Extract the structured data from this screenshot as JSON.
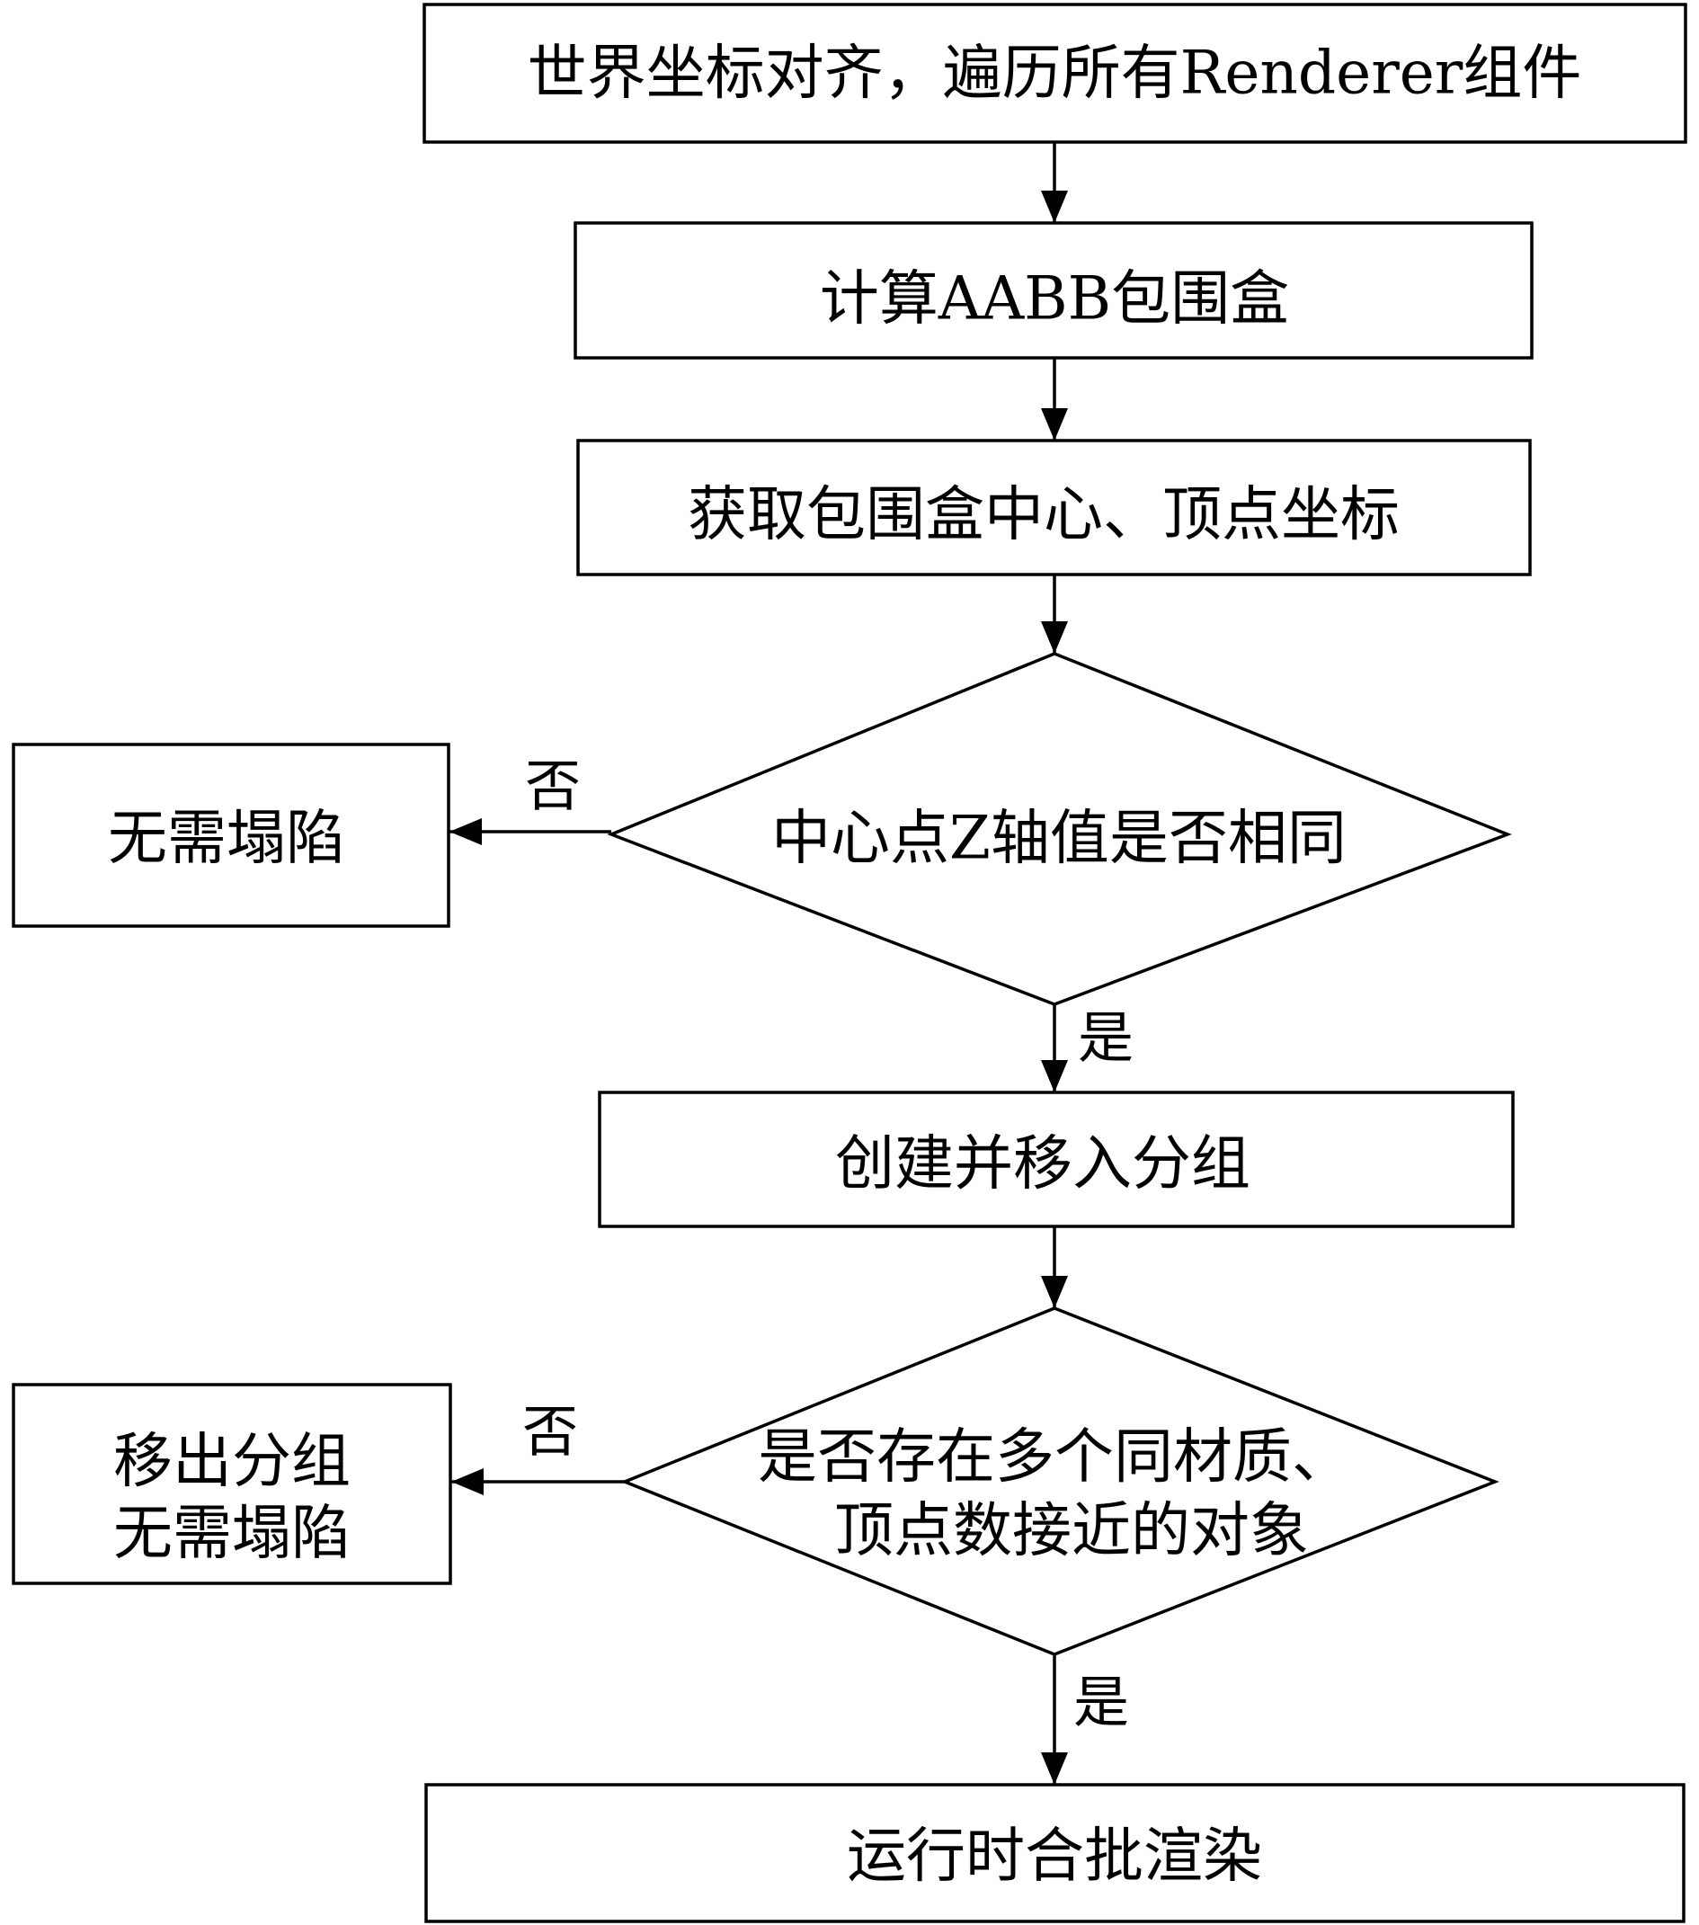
{
  "nodes": {
    "step1": "世界坐标对齐，遍历所有Renderer组件",
    "step2": "计算AABB包围盒",
    "step3": "获取包围盒中心、顶点坐标",
    "decision1": "中心点Z轴值是否相同",
    "no_collapse_1": "无需塌陷",
    "step4": "创建并移入分组",
    "decision2_line1": "是否存在多个同材质、",
    "decision2_line2": "顶点数接近的对象",
    "no_collapse_2_line1": "移出分组",
    "no_collapse_2_line2": "无需塌陷",
    "step5": "运行时合批渲染"
  },
  "edge_labels": {
    "decision1_no": "否",
    "decision1_yes": "是",
    "decision2_no": "否",
    "decision2_yes": "是"
  }
}
